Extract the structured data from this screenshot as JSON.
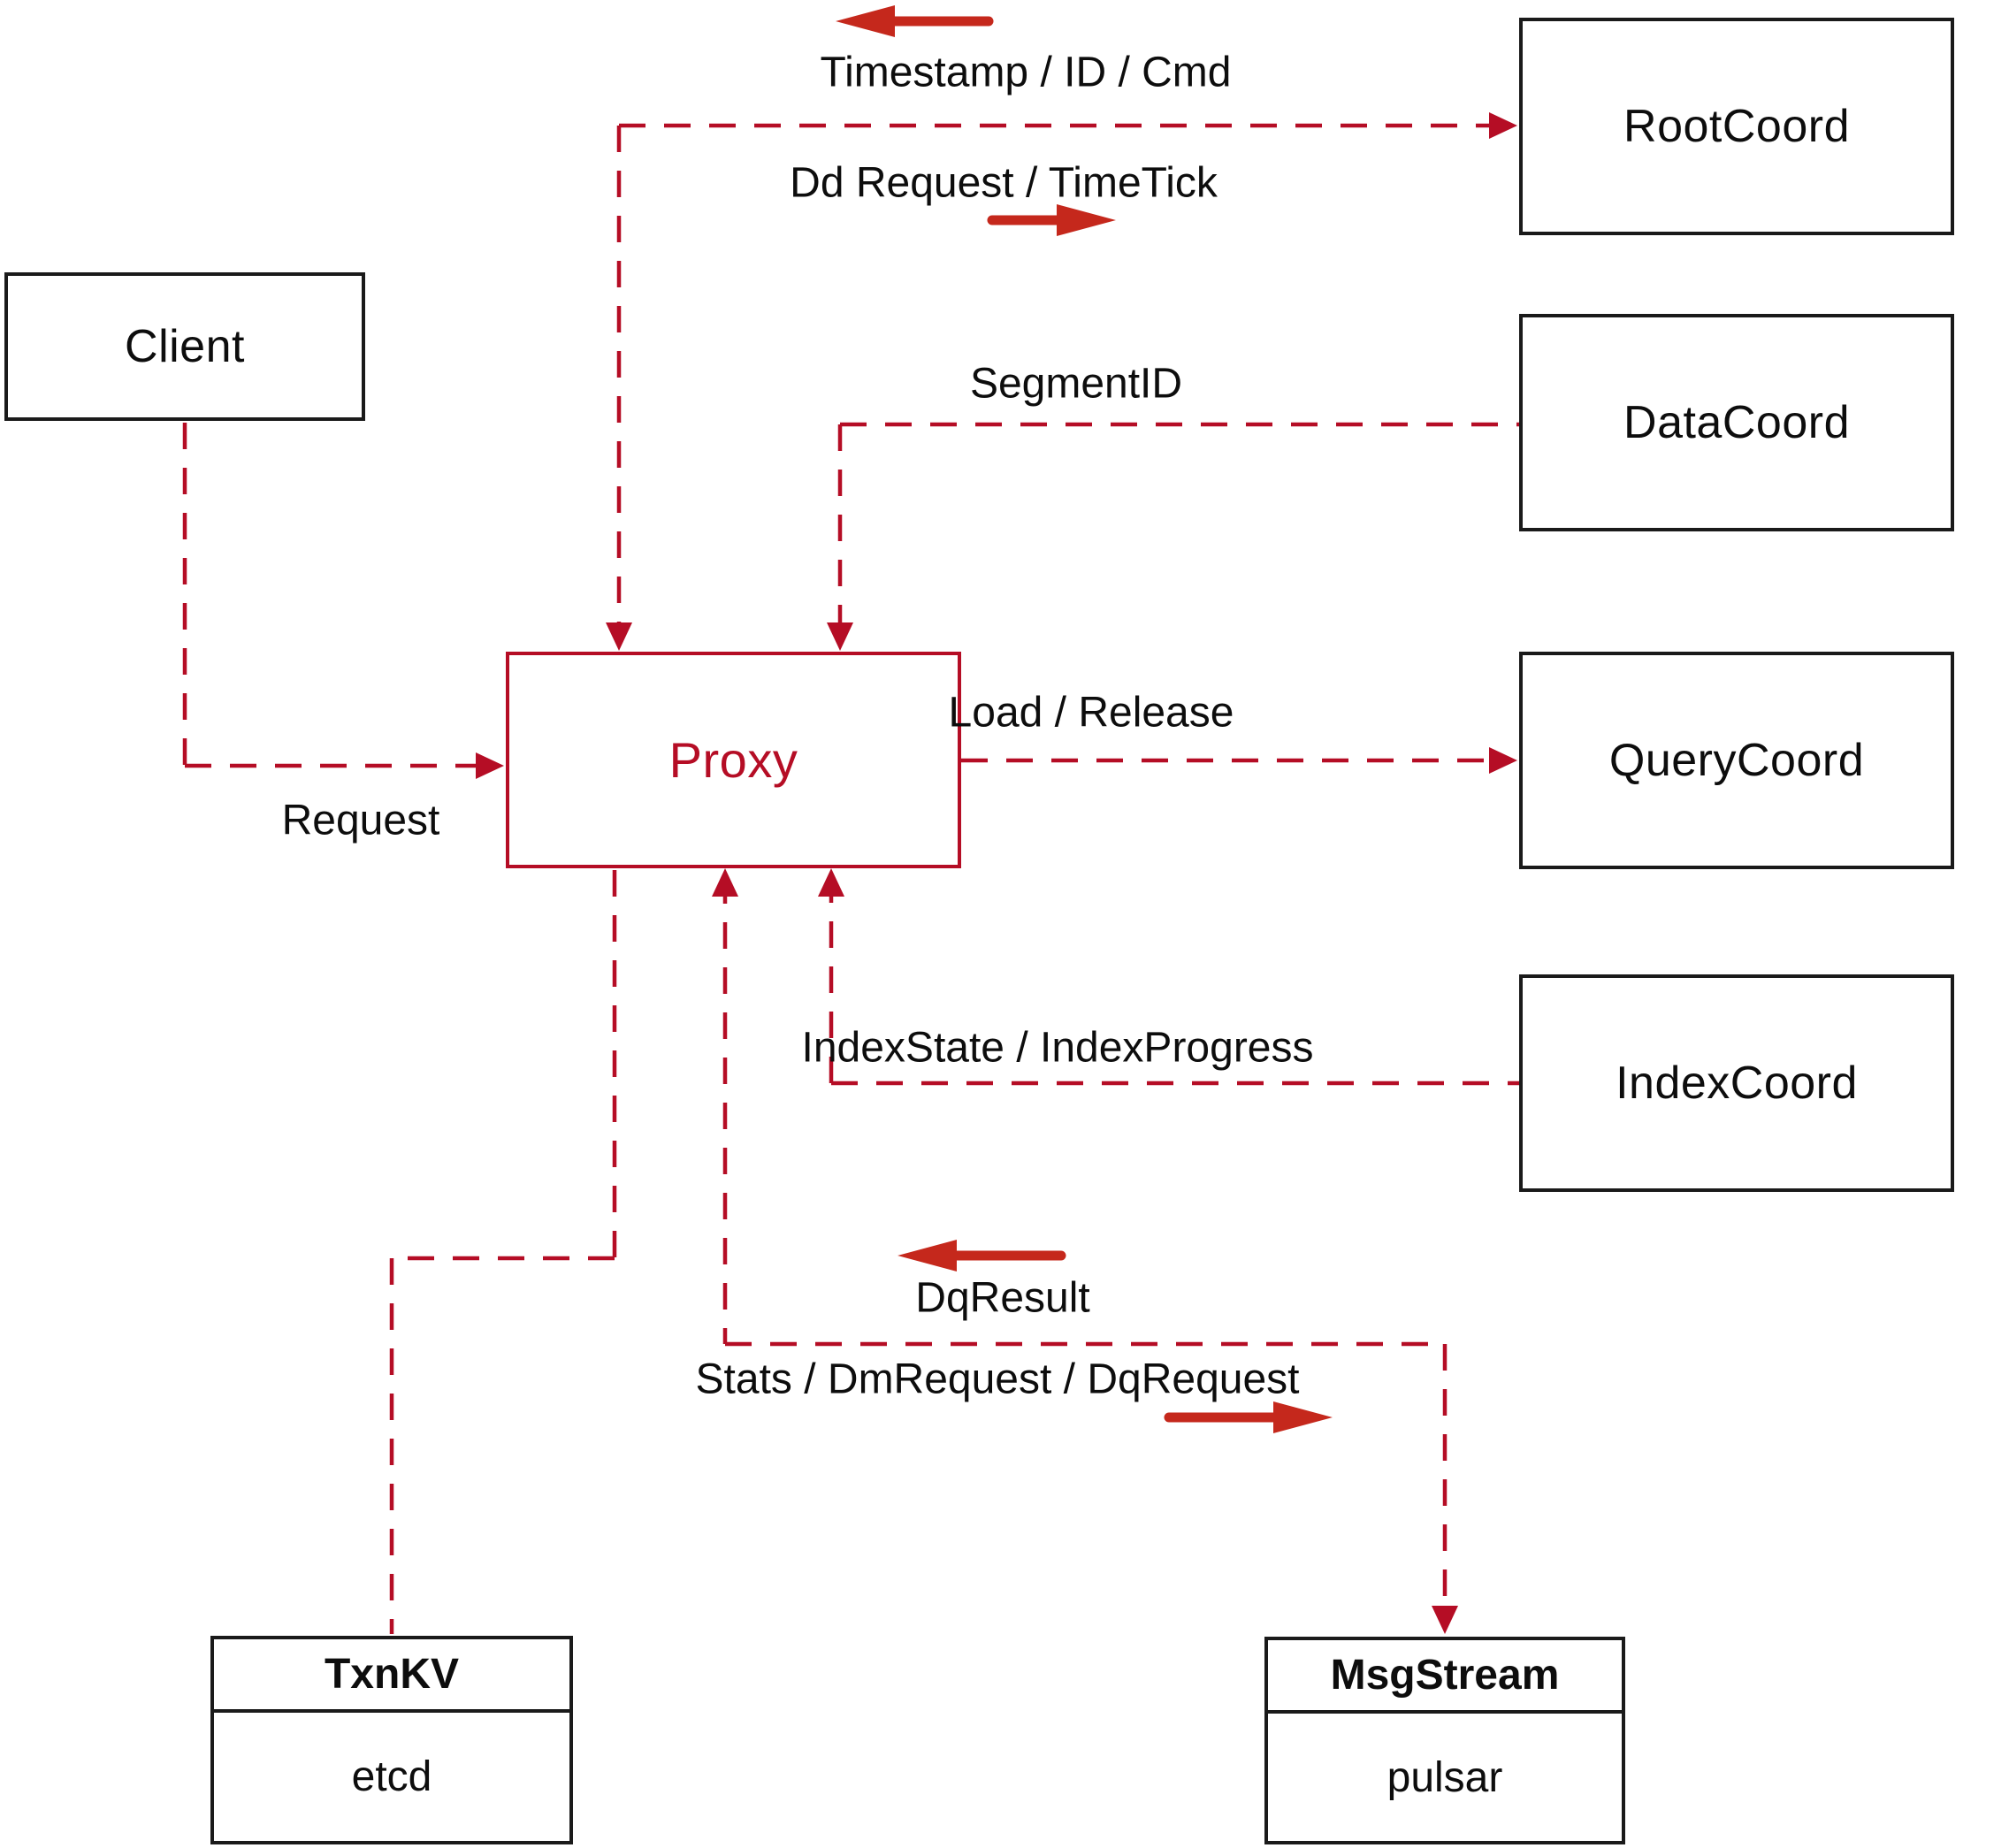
{
  "nodes": {
    "client": {
      "label": "Client"
    },
    "proxy": {
      "label": "Proxy"
    },
    "root_coord": {
      "label": "RootCoord"
    },
    "data_coord": {
      "label": "DataCoord"
    },
    "query_coord": {
      "label": "QueryCoord"
    },
    "index_coord": {
      "label": "IndexCoord"
    },
    "txn_kv": {
      "title": "TxnKV",
      "impl": "etcd"
    },
    "msg_stream": {
      "title": "MsgStream",
      "impl": "pulsar"
    }
  },
  "edge_labels": {
    "timestamp_id_cmd": "Timestamp / ID / Cmd",
    "dd_request_timetick": "Dd Request / TimeTick",
    "segment_id": "SegmentID",
    "request": "Request",
    "load_release": "Load / Release",
    "index_state_progress": "IndexState / IndexProgress",
    "dq_result": "DqResult",
    "stats_dm_dq_request": "Stats / DmRequest / DqRequest"
  },
  "colors": {
    "connector": "#b50d25",
    "arrow": "#c5281c",
    "border": "#1a1a1a",
    "text": "#0d0d0d",
    "proxy": "#b50d25",
    "bg": "#ffffff"
  }
}
